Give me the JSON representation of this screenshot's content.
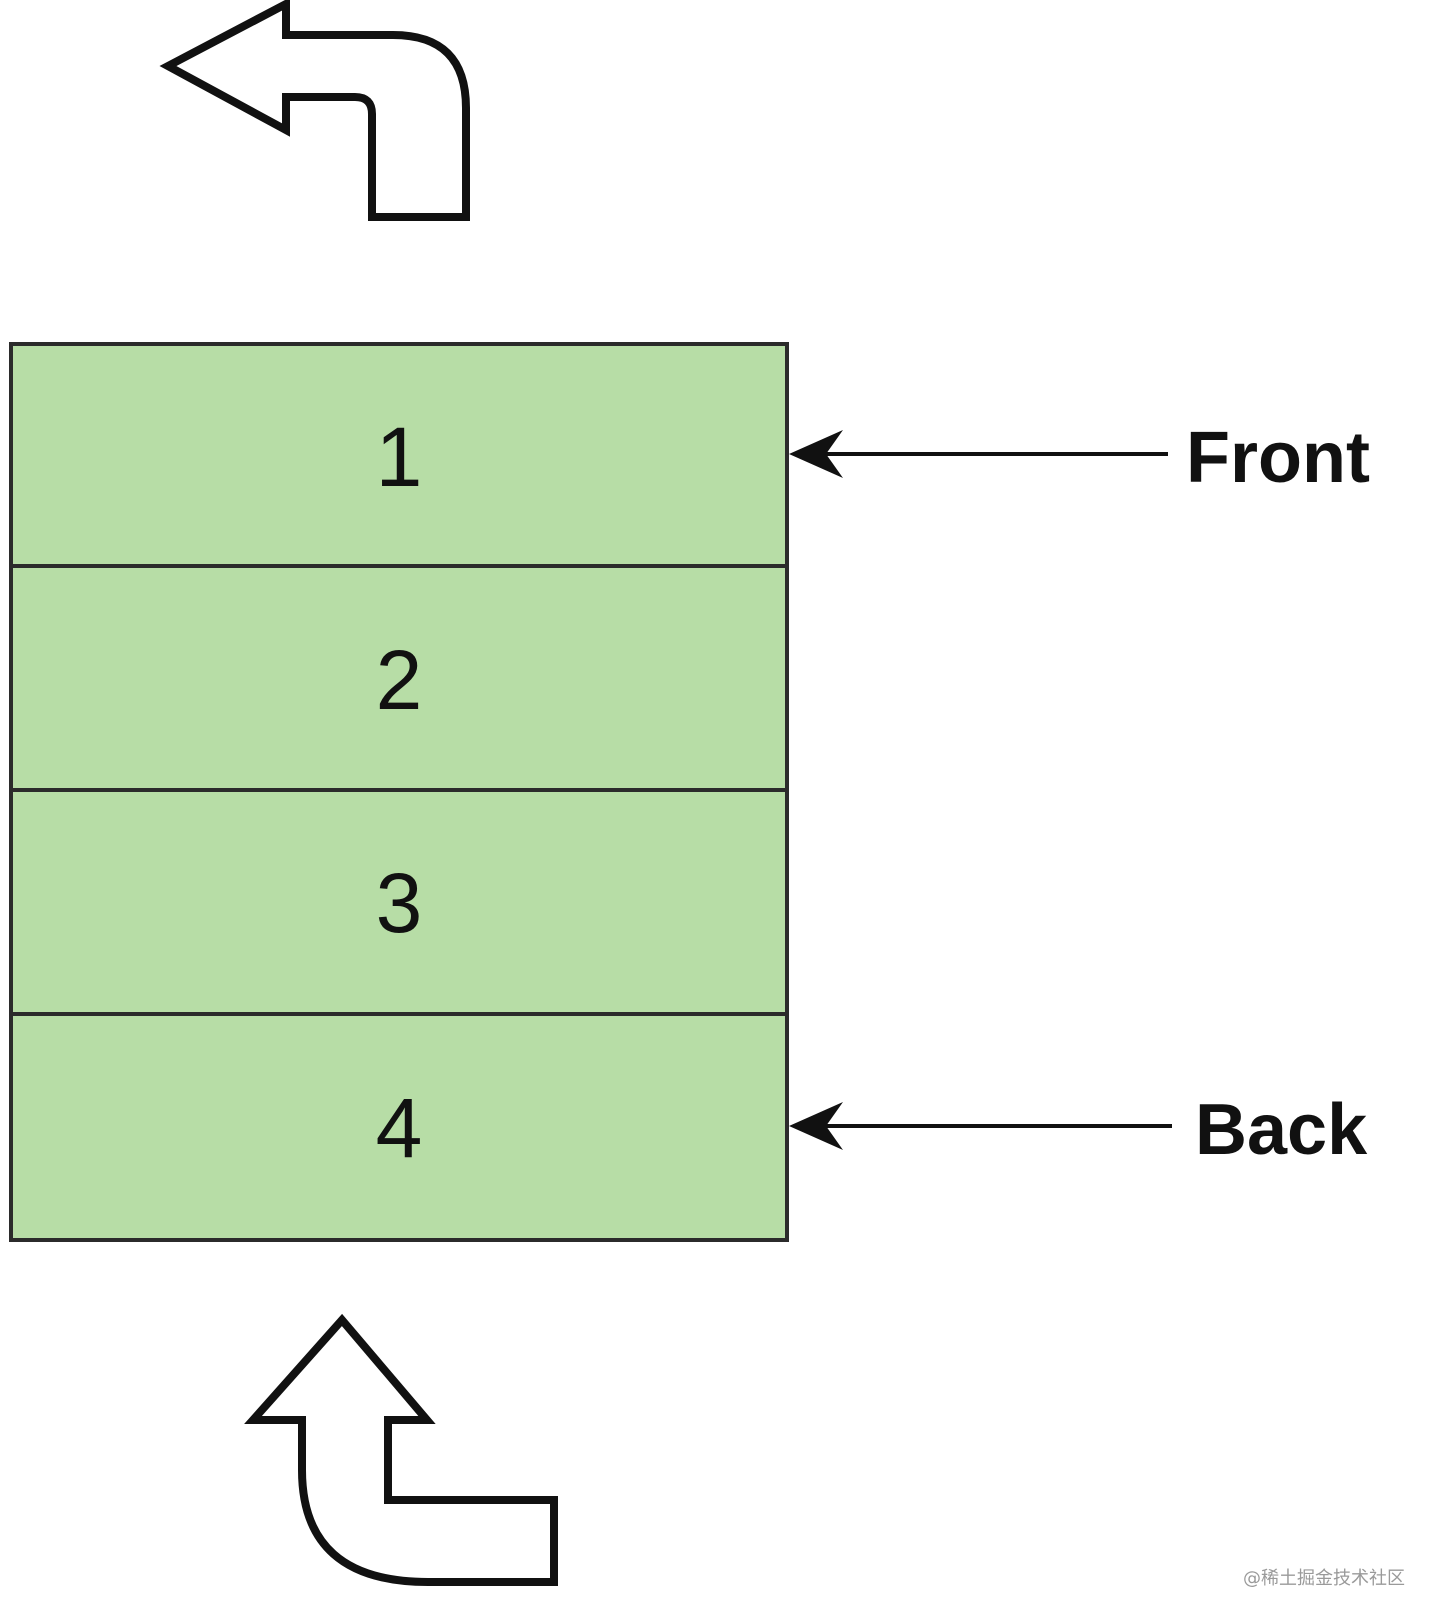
{
  "queue": {
    "cells": [
      "1",
      "2",
      "3",
      "4"
    ],
    "cell_color": "#b7dda6",
    "border_color": "#2b2b2b"
  },
  "pointers": {
    "front_label": "Front",
    "back_label": "Back"
  },
  "arrows": {
    "dequeue_icon": "curved-arrow-up-left-icon",
    "enqueue_icon": "curved-arrow-up-icon"
  },
  "watermark": "@稀土掘金技术社区"
}
